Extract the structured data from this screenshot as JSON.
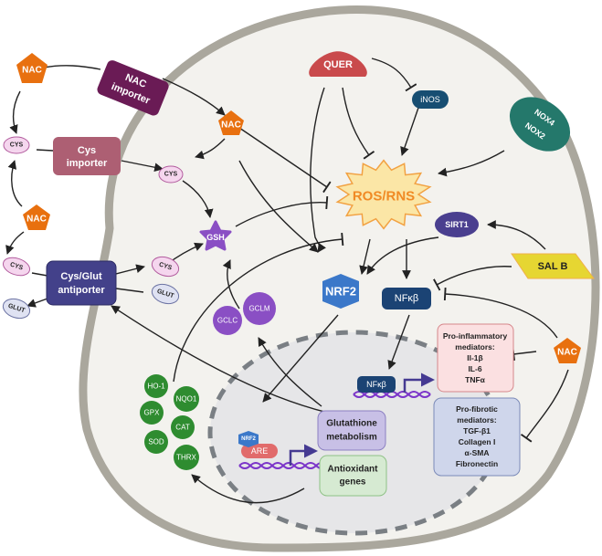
{
  "title": "NAC, QUER and SAL B effects on redox, NRF2 and NF-kB signaling",
  "colors": {
    "cell_fill": "#f3f2ee",
    "membrane": "#aaa79d",
    "nucleus_fill": "#e6e6e8",
    "nucleus_border": "#7a7f84",
    "nac": "#e8700f",
    "nac_importer": "#6a1b55",
    "cys_importer": "#ad5f73",
    "antiporter": "#43418a",
    "cys_fill": "#f5d6ee",
    "cys_stroke": "#b25c9e",
    "glut_fill": "#dfe2f2",
    "glut_stroke": "#6c73a3",
    "gsh": "#8a4fc4",
    "gcl": "#8a4fc4",
    "quer": "#c94a4c",
    "inos": "#174e72",
    "nox": "#24786b",
    "ros_fill": "#fbe6a6",
    "ros_stroke": "#f2a243",
    "ros_text": "#f08a24",
    "sirt1": "#4a3f8f",
    "salb_fill": "#e6d632",
    "salb_stroke": "#f0b04a",
    "nrf2": "#3b78c9",
    "nfkb": "#1b4374",
    "are": "#e16b6b",
    "dna": "#7b35c9",
    "arrow_tss": "#453a92",
    "antioxidant_enzyme": "#2e8c30",
    "gluta_box": "#c8c0e6",
    "antiox_box": "#d6ead2",
    "proinfl_box": "#fbe0e1",
    "profib_box": "#cfd6eb"
  },
  "nodes": {
    "nac_top": "NAC",
    "nac_importer": [
      "NAC",
      "importer"
    ],
    "nac_inside": "NAC",
    "cys_outside_top": "CYS",
    "cys_importer": [
      "Cys",
      "importer"
    ],
    "cys_inside_top": "CYS",
    "nac_left": "NAC",
    "cys_outside_bottom": "CYS",
    "antiporter": [
      "Cys/Glut",
      "antiporter"
    ],
    "cys_inside_bottom": "CYS",
    "glut_inside": "GLUT",
    "glut_outside": "GLUT",
    "gsh": "GSH",
    "quer": "QUER",
    "inos": "iNOS",
    "nox": [
      "NOX4",
      "NOX2"
    ],
    "ros": "ROS/RNS",
    "sirt1": "SIRT1",
    "salb": "SAL B",
    "nrf2": "NRF2",
    "nfkb": "NFκβ",
    "gclc": "GCLC",
    "gclm": "GCLM",
    "nac_right": "NAC",
    "nfkb_dna": "NFκβ",
    "nrf2_dna": "NRF2",
    "are": "ARE",
    "glutathione_metabolism": [
      "Glutathione",
      "metabolism"
    ],
    "antioxidant_genes": [
      "Antioxidant",
      "genes"
    ],
    "pro_inflammatory": [
      "Pro-inflammatory",
      "mediators:",
      "Il-1β",
      "IL-6",
      "TNFα"
    ],
    "pro_fibrotic": [
      "Pro-fibrotic",
      "mediators:",
      "TGF-β1",
      "Collagen I",
      "α-SMA",
      "Fibronectin"
    ],
    "enzymes": [
      "HO-1",
      "NQO1",
      "GPX",
      "CAT",
      "SOD",
      "THRX"
    ]
  }
}
